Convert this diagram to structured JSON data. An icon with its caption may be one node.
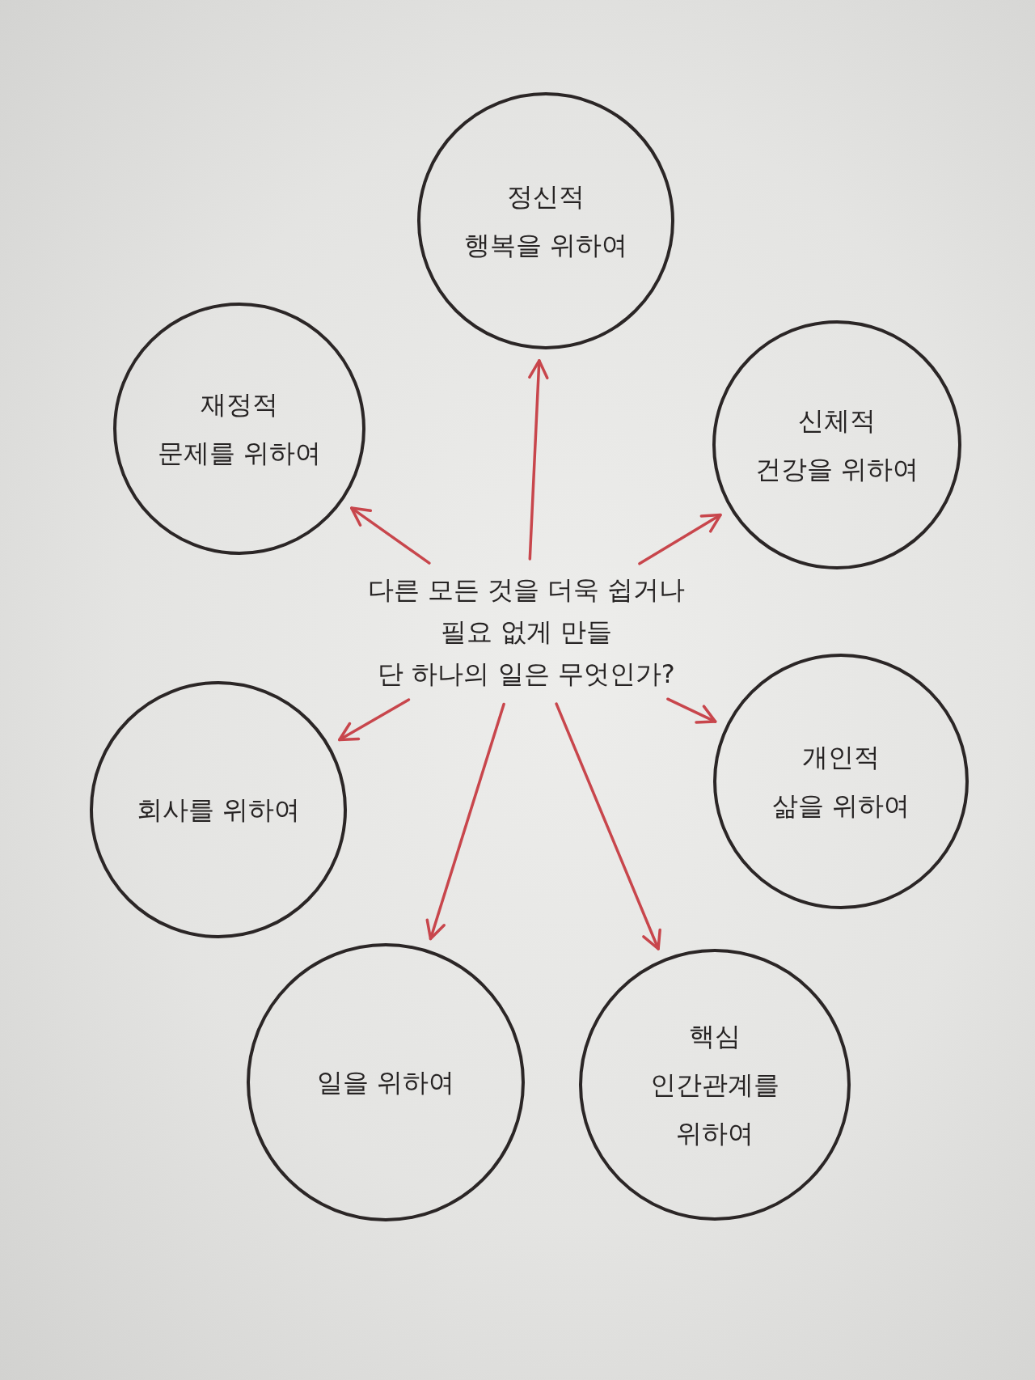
{
  "diagram": {
    "nodes": [
      {
        "text": [
          "다른 모든 것을 더욱 쉽거나 필요 없게 만들 단 하나의 일은 무엇인가?"
        ]
      },
      {
        "text": [
          "정신적 행복을 위하여"
        ]
      },
      {
        "text": [
          "재정적 문제를 위하여"
        ]
      },
      {
        "text": [
          "신체적 건강을 위하여"
        ]
      },
      {
        "text": [
          "회사를 위하여"
        ]
      },
      {
        "text": [
          "개인적 삶을 위하여"
        ]
      },
      {
        "text": [
          "일을 위하여"
        ]
      },
      {
        "text": [
          "핵심 인간관계를 위하여"
        ]
      }
    ],
    "edges": [
      {
        "from": 0,
        "to": 1,
        "arrow": "to"
      },
      {
        "from": 0,
        "to": 2,
        "arrow": "to"
      },
      {
        "from": 0,
        "to": 3,
        "arrow": "to"
      },
      {
        "from": 0,
        "to": 4,
        "arrow": "to"
      },
      {
        "from": 0,
        "to": 5,
        "arrow": "to"
      },
      {
        "from": 0,
        "to": 6,
        "arrow": "to"
      },
      {
        "from": 0,
        "to": 7,
        "arrow": "to"
      }
    ]
  }
}
